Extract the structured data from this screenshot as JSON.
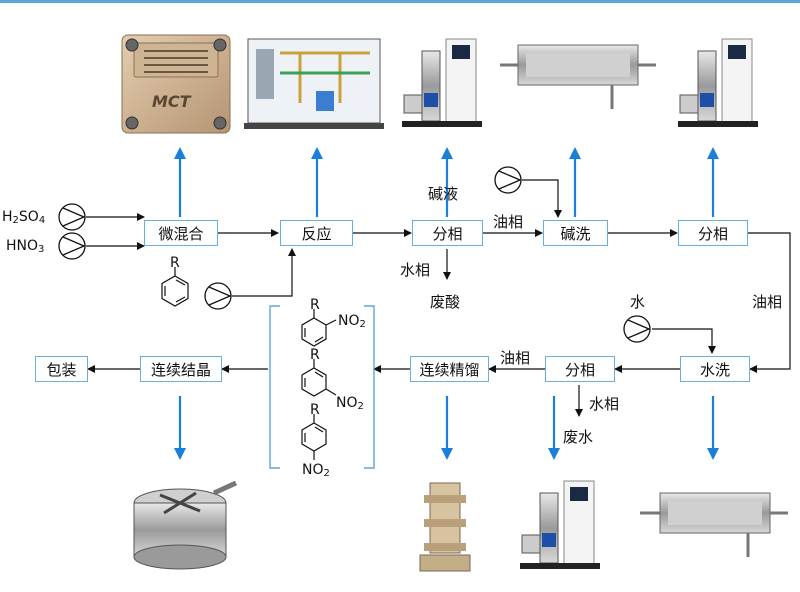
{
  "reagents": {
    "h2so4": {
      "main": "H",
      "sub1": "2",
      "rest": "SO",
      "sub2": "4"
    },
    "hno3": {
      "main": "HNO",
      "sub": "3"
    }
  },
  "boxes": {
    "mixing": "微混合",
    "reaction": "反应",
    "phase_sep_1": "分相",
    "alkali_wash": "碱洗",
    "phase_sep_2": "分相",
    "water_wash": "水洗",
    "phase_sep_3": "分相",
    "distillation": "连续精馏",
    "crystallization": "连续结晶",
    "packaging": "包装"
  },
  "labels": {
    "alkali_liquid": "碱液",
    "oil_phase_1": "油相",
    "water_phase_1": "水相",
    "waste_acid": "废酸",
    "oil_phase_right": "油相",
    "water": "水",
    "oil_phase_2": "油相",
    "water_phase_2": "水相",
    "waste_water": "废水"
  },
  "chemistry": {
    "substituent": "R",
    "nitro": {
      "main": "NO",
      "sub": "2"
    }
  },
  "equipment": {
    "mct_logo": "MCT"
  },
  "colors": {
    "box_border": "#6aaee0",
    "blue_arrow": "#1a7fd8",
    "line": "#222222"
  }
}
